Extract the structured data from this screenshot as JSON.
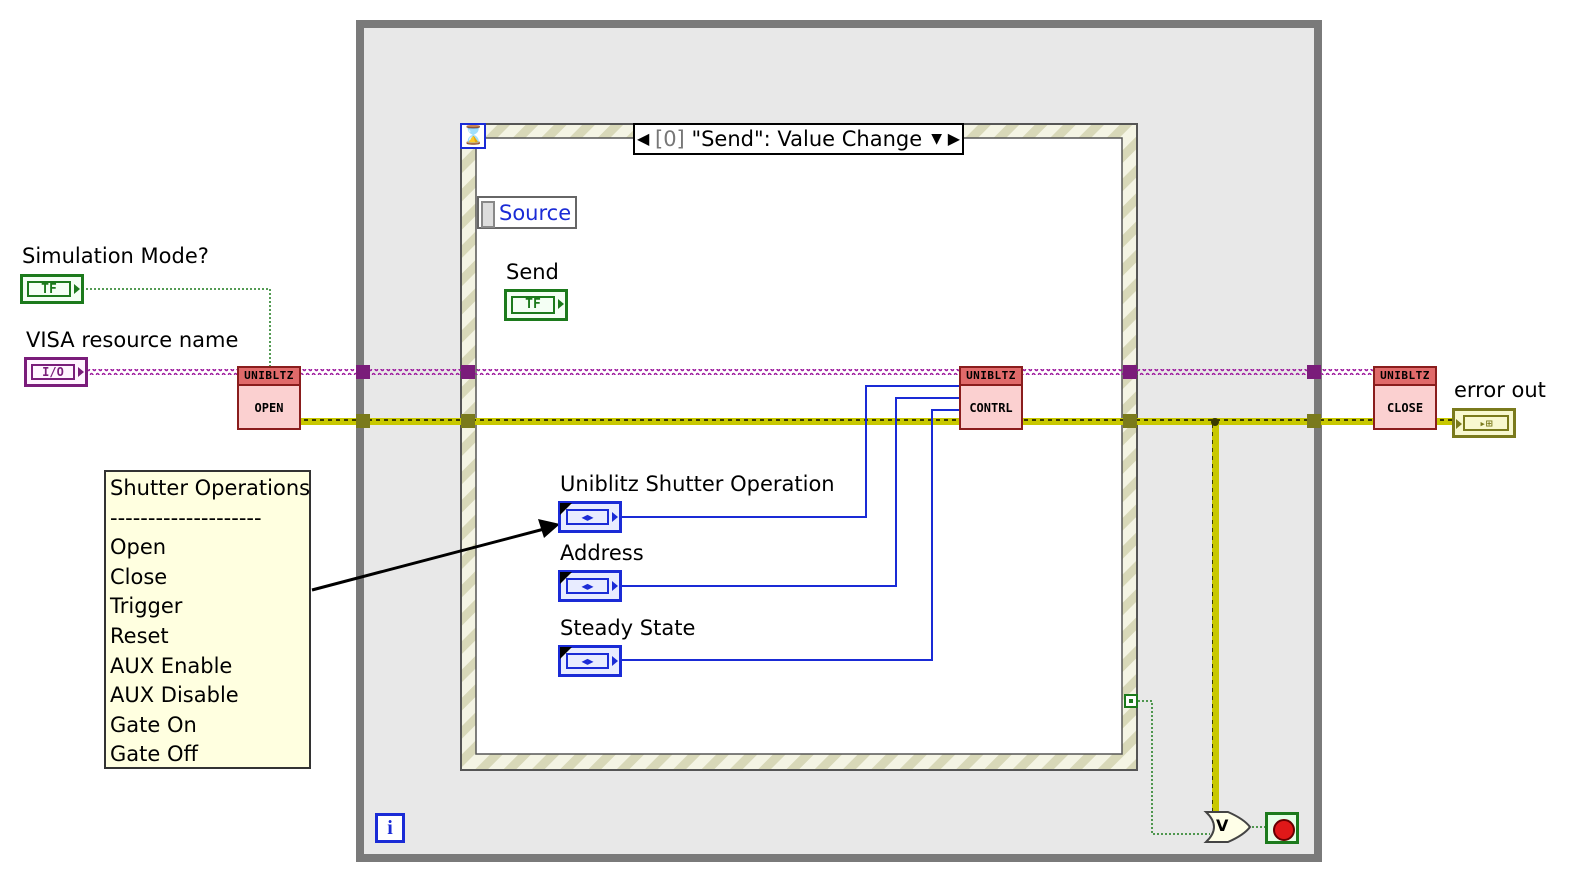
{
  "controls": {
    "simulation_mode": {
      "label": "Simulation Mode?",
      "glyph": "TF"
    },
    "visa_resource": {
      "label": "VISA resource name",
      "glyph": "I/O"
    },
    "send": {
      "label": "Send",
      "glyph": "TF"
    },
    "shutter_operation": {
      "label": "Uniblitz Shutter Operation",
      "glyph": "◂▸"
    },
    "address": {
      "label": "Address",
      "glyph": "◂▸"
    },
    "steady_state": {
      "label": "Steady State",
      "glyph": "◂▸"
    }
  },
  "indicators": {
    "error_out": {
      "label": "error out",
      "glyph": "▸⊞"
    }
  },
  "subvis": {
    "open": {
      "header": "UNIBLTZ",
      "body": "OPEN"
    },
    "control": {
      "header": "UNIBLTZ",
      "body": "CONTRL"
    },
    "close": {
      "header": "UNIBLTZ",
      "body": "CLOSE"
    }
  },
  "event_structure": {
    "case_index": "[0]",
    "case_name": "\"Send\": Value Change",
    "source_label": "Source",
    "timeout_glyph": "⌛"
  },
  "while_loop": {
    "iteration_glyph": "i",
    "or_glyph": "V"
  },
  "comment": {
    "title": "Shutter Operations",
    "separator": "--------------------",
    "items": [
      "Open",
      "Close",
      "Trigger",
      "Reset",
      "AUX Enable",
      "AUX Disable",
      "Gate On",
      "Gate Off"
    ]
  },
  "colors": {
    "visa_wire": "#a020a0",
    "error_wire": "#c8c800",
    "enum_wire": "#1a2bd6",
    "bool_wire": "#1c7a1c",
    "loop_frame": "#808080",
    "loop_fill": "#e6e6e6"
  }
}
